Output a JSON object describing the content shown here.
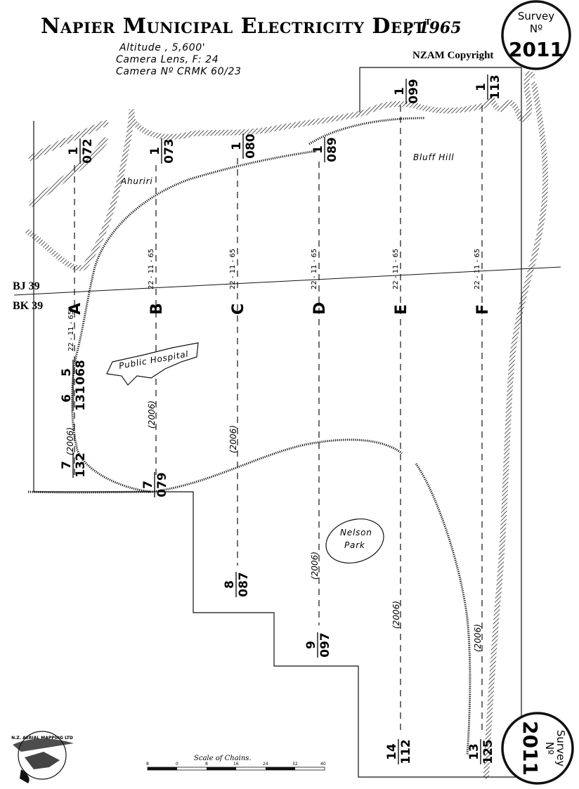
{
  "header": {
    "title": "Napier Municipal Electricity Dept",
    "title_sup": "t",
    "year": ", 1965",
    "altitude": "Altitude ,  5,600'",
    "lens": "Camera Lens, F: 24",
    "camera": "Camera Nº CRMK 60/23",
    "copyright": "NZAM Copyright"
  },
  "stamp_top": {
    "line1": "Survey",
    "line2": "Nº",
    "number": "2011"
  },
  "stamp_bottom": {
    "line1": "Survey",
    "line2": "Nº",
    "number": "2011"
  },
  "grid": {
    "upper": "BJ 39",
    "lower": "BK 39"
  },
  "places": {
    "ahuriri": "Ahuriri",
    "bluff_hill": "Bluff Hill",
    "public_hospital": "Public Hospital",
    "nelson": "Nelson",
    "park": "Park"
  },
  "flight_lines": {
    "a": {
      "letter": "A",
      "date": "22 - 11 - 65"
    },
    "b": {
      "letter": "B",
      "date": "22 - 11 - 65"
    },
    "c": {
      "letter": "C",
      "date": "22 - 11 - 65"
    },
    "d": {
      "letter": "D",
      "date": "22 - 11 - 65"
    },
    "e": {
      "letter": "E",
      "date": "22 - 11 - 65"
    },
    "f": {
      "letter": "F",
      "date": "22 - 11 - 65"
    }
  },
  "photo_labels": {
    "a_top": {
      "run": "1",
      "frame": "072"
    },
    "b_top": {
      "run": "1",
      "frame": "073"
    },
    "c_top": {
      "run": "1",
      "frame": "080"
    },
    "d_top": {
      "run": "1",
      "frame": "089"
    },
    "e_top": {
      "run": "1",
      "frame": "099"
    },
    "f_top": {
      "run": "1",
      "frame": "113"
    },
    "a5": {
      "run": "5",
      "frame": "068"
    },
    "a6": {
      "run": "6",
      "frame": "131"
    },
    "a7": {
      "run": "7",
      "frame": "132"
    },
    "b7": {
      "run": "7",
      "frame": "079"
    },
    "c8": {
      "run": "8",
      "frame": "087"
    },
    "d9": {
      "run": "9",
      "frame": "097"
    },
    "e14": {
      "run": "14",
      "frame": "112"
    },
    "f13": {
      "run": "13",
      "frame": "125"
    }
  },
  "film": {
    "a": "(2006)",
    "b": "(2006)",
    "c": "(2006)",
    "d": "(2006)",
    "e": "(2006)",
    "f": "(2006)"
  },
  "scale": {
    "title": "Scale of Chains.",
    "ticks": [
      "8",
      "0",
      "8",
      "16",
      "24",
      "32",
      "40"
    ]
  },
  "logo": {
    "text": "N.Z. AERIAL MAPPING LTD"
  }
}
